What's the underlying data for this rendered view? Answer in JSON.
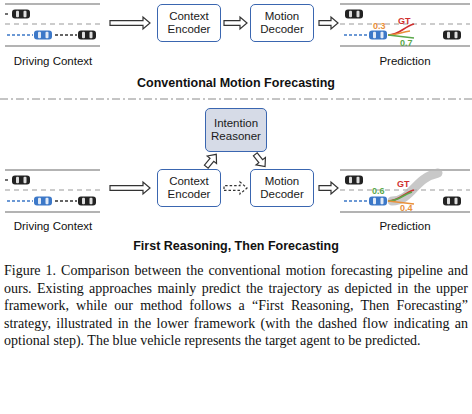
{
  "diagram": {
    "caption": "Figure 1. Comparison between the conventional motion forecasting pipeline and ours. Existing approaches mainly predict the trajectory as depicted in the upper framework, while our method follows a “First Reasoning, Then Forecasting” strategy, illustrated in the lower framework (with the dashed flow indicating an optional step). The blue vehicle represents the target agent to be predicted.",
    "nodes": [
      {
        "text": [
          "Context Encoder"
        ]
      },
      {
        "text": [
          "Motion Decoder"
        ]
      },
      {
        "text": [
          "Intention Reasoner"
        ]
      },
      {
        "text": [
          "Context Encoder"
        ]
      },
      {
        "text": [
          "Motion Decoder"
        ]
      }
    ],
    "edges": [
      {
        "from": 0,
        "to": 1,
        "arrow": "to"
      },
      {
        "from": 3,
        "to": 2,
        "arrow": "to"
      },
      {
        "from": 2,
        "to": 4,
        "arrow": "to"
      },
      {
        "from": 3,
        "to": 4,
        "arrow": "to"
      }
    ],
    "labels": [
      "Driving Context",
      "Prediction",
      "0.3",
      "GT",
      "0.7",
      "Conventional Motion Forecasting",
      "Driving Context",
      "Prediction",
      "0.6",
      "GT",
      "0.4",
      "First Reasoning, Then Forecasting"
    ]
  }
}
